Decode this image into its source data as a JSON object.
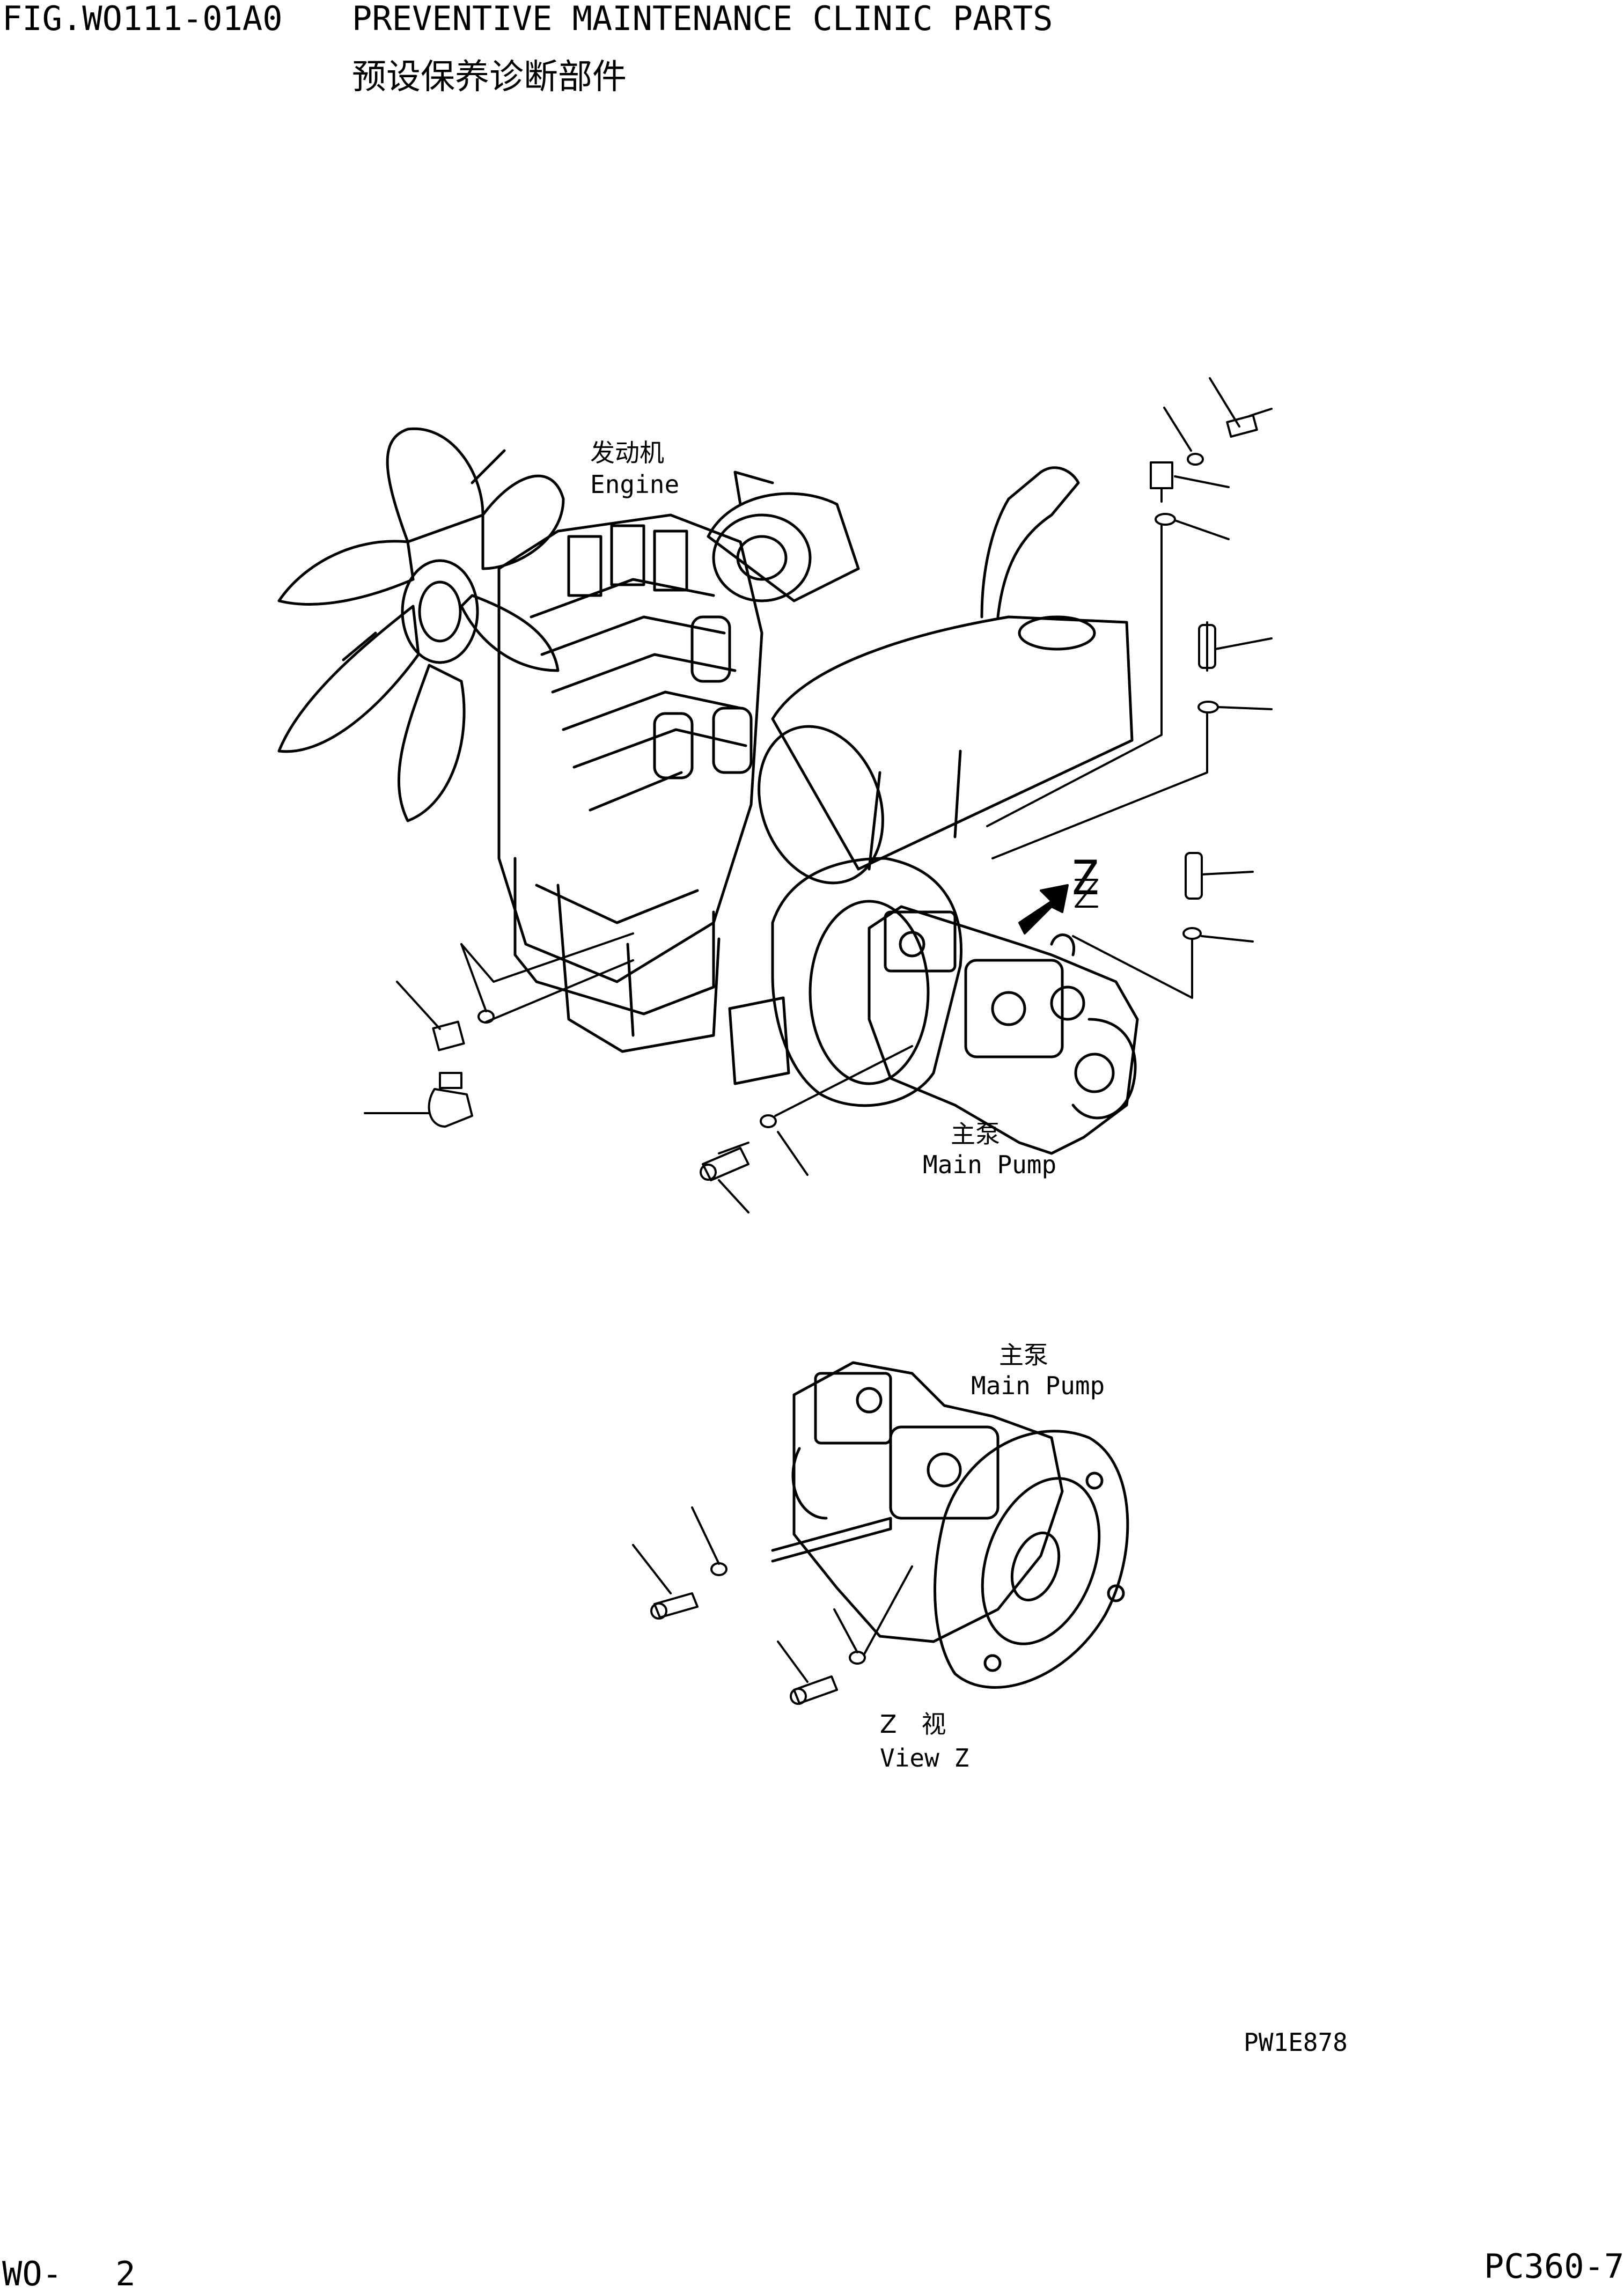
{
  "header": {
    "fig_no": "FIG.WO111-01A0",
    "title_en": "PREVENTIVE MAINTENANCE CLINIC PARTS",
    "title_cn": "预设保养诊断部件"
  },
  "labels": {
    "engine_cn": "发动机",
    "engine_en": "Engine",
    "pump_cn": "主泵",
    "pump_en": "Main Pump",
    "pump2_cn": "主泵",
    "pump2_en": "Main Pump",
    "view_cn": "Z　视",
    "view_en": "View Z",
    "z_marker": "Z",
    "drawing_code": "PW1E878"
  },
  "footer": {
    "page_ref": "WO-　 2",
    "model": "PC360-7"
  }
}
